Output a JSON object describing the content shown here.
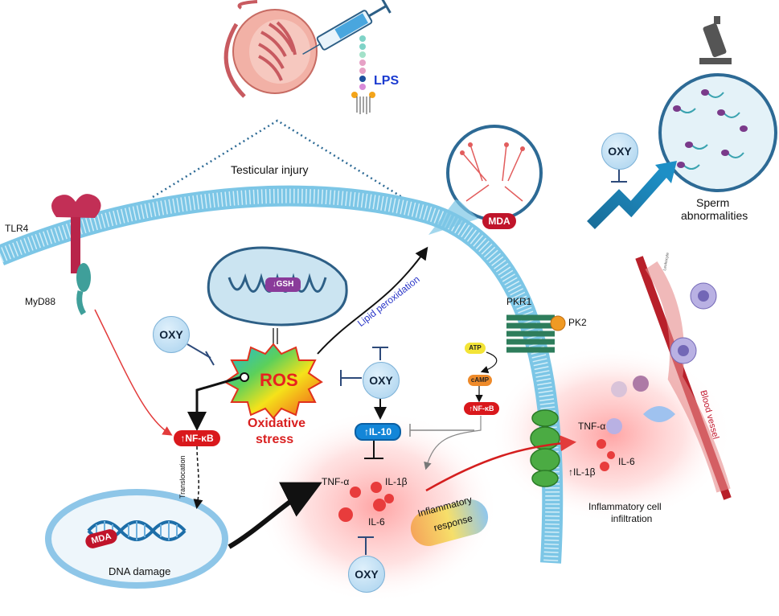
{
  "title": "Testicular injury",
  "lps": "LPS",
  "receptors": {
    "tlr4": "TLR4",
    "myd88": "MyD88",
    "pkr1": "PKR1",
    "pk2": "PK2"
  },
  "mito": {
    "gsh": "↓GSH"
  },
  "ros": {
    "label": "ROS",
    "caption_line1": "Oxidative",
    "caption_line2": "stress"
  },
  "oxy": "OXY",
  "lipid_peroxidation": "Lipid peroxidation",
  "mda": "MDA",
  "nfkb_left": "↑NF-κB",
  "nfkb_right": "↑NF-κB",
  "il10": "↑IL-10",
  "atp": "ATP",
  "camp": "cAMP",
  "translocation": "Translocation",
  "dna_damage": "DNA damage",
  "cytokines": {
    "tnf": "TNF-α",
    "il1b": "IL-1β",
    "il6": "IL-6"
  },
  "inflammatory_response_line1": "Inflammatory",
  "inflammatory_response_line2": "response",
  "infiltration": {
    "tnf": "TNF-α",
    "il6": "IL-6",
    "il1b": "↑IL-1β",
    "caption_line1": "Inflammatory cell",
    "caption_line2": "infiltration"
  },
  "blood_vessel": "Blood vessel",
  "leukocyte": "Leukocyte",
  "sperm": {
    "line1": "Sperm",
    "line2": "abnormalities"
  },
  "colors": {
    "membrane": "#7cc6e6",
    "ros_red": "#e8211f",
    "pill_red": "#d9181c",
    "il10_blue": "#1386d8",
    "oxy_blue": "#a9d2ee"
  }
}
